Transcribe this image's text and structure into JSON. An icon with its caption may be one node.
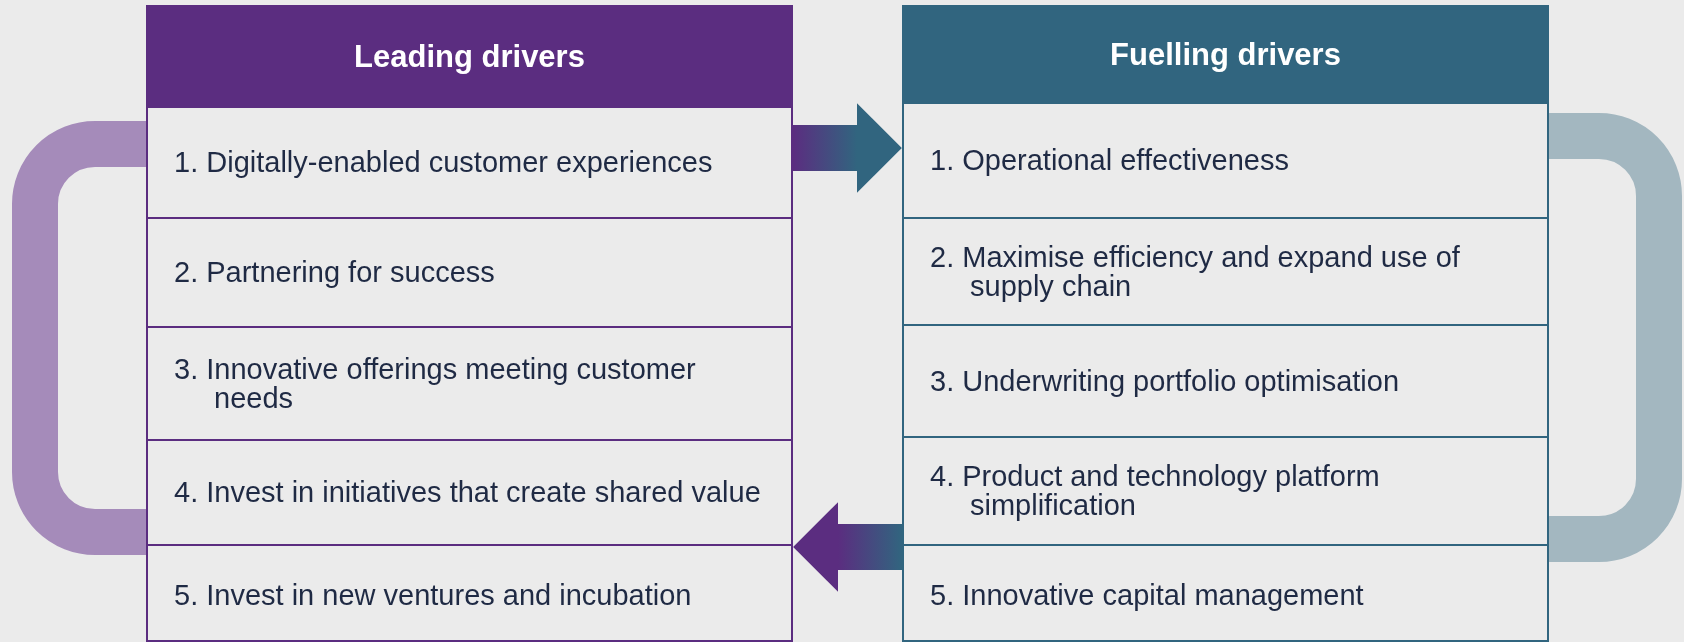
{
  "diagram": {
    "nodes": [
      {
        "text": [
          "Leading drivers"
        ]
      },
      {
        "text": [
          "1. Digitally-enabled customer experiences"
        ],
        "in": 0
      },
      {
        "text": [
          "2. Partnering for success"
        ],
        "in": 0
      },
      {
        "text": [
          "3. Innovative offerings meeting customer needs"
        ],
        "in": 0
      },
      {
        "text": [
          "4. Invest in initiatives that create shared value"
        ],
        "in": 0
      },
      {
        "text": [
          "5. Invest in new ventures and incubation"
        ],
        "in": 0
      },
      {
        "text": [
          "Fuelling drivers"
        ]
      },
      {
        "text": [
          "1. Operational effectiveness"
        ],
        "in": 6
      },
      {
        "text": [
          "2. Maximise efficiency and expand use of supply chain"
        ],
        "in": 6
      },
      {
        "text": [
          "3. Underwriting portfolio optimisation"
        ],
        "in": 6
      },
      {
        "text": [
          "4. Product and technology platform simplification"
        ],
        "in": 6
      },
      {
        "text": [
          "5. Innovative capital management"
        ],
        "in": 6
      }
    ],
    "edges": [
      {
        "from": 1,
        "to": 7,
        "arrow": "to"
      },
      {
        "from": 11,
        "to": 5,
        "arrow": "to"
      },
      {
        "from": 1,
        "to": 4,
        "arrow": "none",
        "color": "#a58bba"
      },
      {
        "from": 7,
        "to": 10,
        "arrow": "none",
        "color": "#a3b7c0"
      }
    ]
  }
}
